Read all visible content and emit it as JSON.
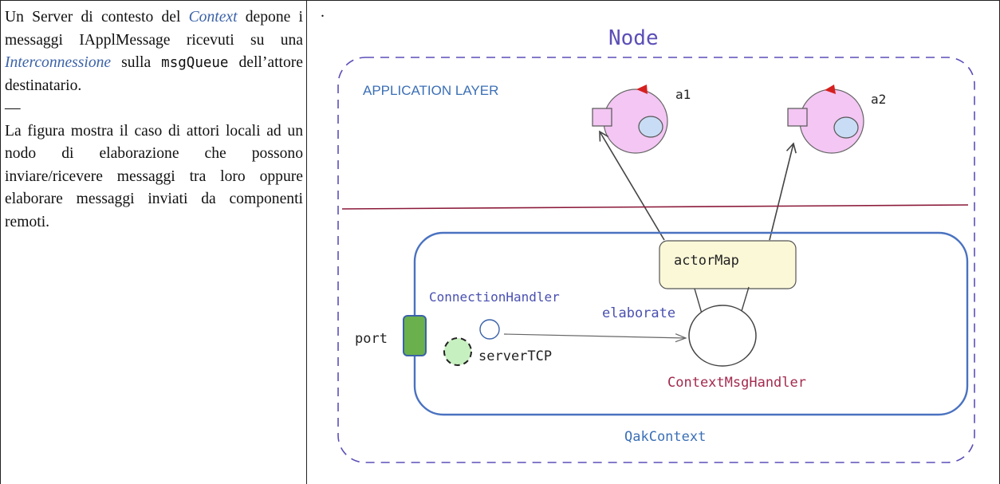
{
  "left": {
    "p1_pre": "Un Server di contesto del ",
    "p1_link1": "Context",
    "p1_mid1": " depone i messaggi IApplMessage ricevuti su una ",
    "p1_link2": "Interconnessione",
    "p1_mid2": " sulla ",
    "p1_code": "msgQueue",
    "p1_post": " dell’attore destinatario.",
    "separator": "—",
    "p2": "La figura mostra il caso di attori locali ad un nodo di elaborazione che possono inviare/ricevere messaggi tra loro oppure elaborare messaggi inviati da componenti remoti."
  },
  "right": {
    "dot": "."
  },
  "figure": {
    "node_title": "Node",
    "application_layer": "APPLICATION LAYER",
    "actor1": "a1",
    "actor2": "a2",
    "actor_map": "actorMap",
    "connection_handler": "ConnectionHandler",
    "elaborate": "elaborate",
    "port": "port",
    "server_tcp": "serverTCP",
    "context_msg_handler": "ContextMsgHandler",
    "qak_context": "QakContext",
    "colors": {
      "node_border": "#5b4fb8",
      "app_layer_text": "#3b6fb6",
      "divider": "#8b1a3a",
      "context_border": "#4a72c0",
      "actor_fill": "#f3c6f3",
      "actor_marker": "#d62020",
      "inner_circle": "#c9dcf5",
      "actor_map_fill": "#fbf8d8",
      "port_fill": "#6ab04c",
      "server_fill": "#c7f0c0",
      "msg_handler_text": "#a32a4e",
      "handler_text": "#4a50b0"
    }
  }
}
